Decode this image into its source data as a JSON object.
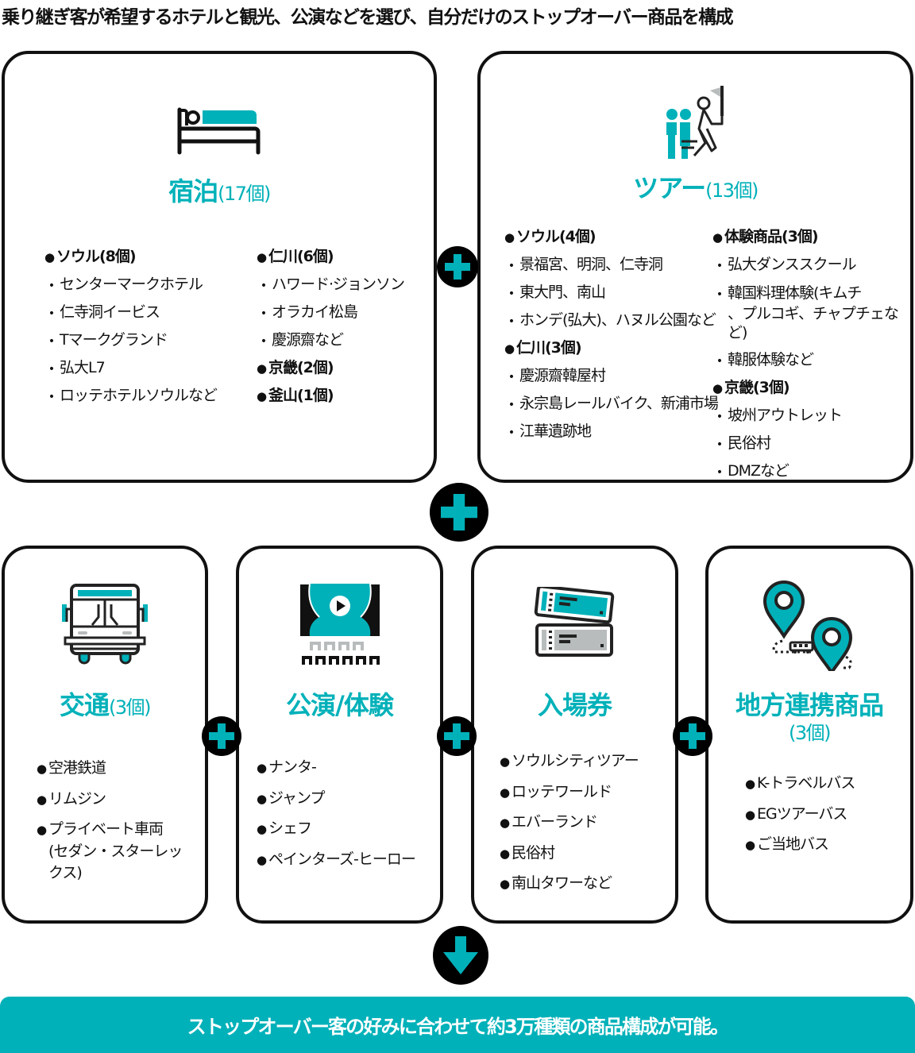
{
  "headline": "乗り継ぎ客が希望するホテルと観光、公演などを選び、自分だけのストップオーバー商品を構成",
  "colors": {
    "accent": "#00b1b9",
    "dark": "#111111",
    "gray": "#b8bcbc"
  },
  "cards": {
    "stay": {
      "icon": "bed-icon",
      "title": "宿泊",
      "count": "(17個)",
      "left_column": [
        {
          "type": "head",
          "text": "ソウル(8個)"
        },
        {
          "type": "sub",
          "text": "センターマークホテル"
        },
        {
          "type": "sub",
          "text": "仁寺洞イービス"
        },
        {
          "type": "sub",
          "text": "Tマークグランド"
        },
        {
          "type": "sub",
          "text": "弘大L7"
        },
        {
          "type": "sub",
          "text": "ロッテホテルソウルなど"
        }
      ],
      "right_column": [
        {
          "type": "head",
          "text": "仁川(6個)"
        },
        {
          "type": "sub",
          "text": "ハワード·ジョンソン"
        },
        {
          "type": "sub",
          "text": "オラカイ松島"
        },
        {
          "type": "sub",
          "text": "慶源齋など"
        },
        {
          "type": "head",
          "text": "京畿(2個)"
        },
        {
          "type": "head",
          "text": "釜山(1個)"
        }
      ]
    },
    "tour": {
      "icon": "tour-guide-icon",
      "title": "ツアー",
      "count": "(13個)",
      "left_column": [
        {
          "type": "head",
          "text": "ソウル(4個)"
        },
        {
          "type": "sub",
          "text": "景福宮、明洞、仁寺洞"
        },
        {
          "type": "sub",
          "text": "東大門、南山"
        },
        {
          "type": "sub",
          "text": "ホンデ(弘大)、ハヌル公園など"
        },
        {
          "type": "head",
          "text": "仁川(3個)"
        },
        {
          "type": "sub",
          "text": "慶源齋韓屋村"
        },
        {
          "type": "sub",
          "text": "永宗島レールバイク、新浦市場"
        },
        {
          "type": "sub",
          "text": "江華遺跡地"
        }
      ],
      "right_column": [
        {
          "type": "head",
          "text": "体験商品(3個)"
        },
        {
          "type": "sub",
          "text": "弘大ダンススクール"
        },
        {
          "type": "sub",
          "text": "韓国料理体験(キムチ",
          "cont": "、プルコギ、チャプチェなど)"
        },
        {
          "type": "sub",
          "text": "韓服体験など"
        },
        {
          "type": "head",
          "text": "京畿(3個)"
        },
        {
          "type": "sub",
          "text": "坡州アウトレット"
        },
        {
          "type": "sub",
          "text": "民俗村"
        },
        {
          "type": "sub",
          "text": "DMZなど"
        }
      ]
    },
    "transport": {
      "icon": "bus-icon",
      "title": "交通",
      "count": "(3個)",
      "items": [
        {
          "text": "空港鉄道"
        },
        {
          "text": "リムジン"
        },
        {
          "text": "プライベート車両",
          "cont": "(セダン・スターレックス)"
        }
      ]
    },
    "performance": {
      "icon": "theater-stage-icon",
      "title": "公演/体験",
      "items": [
        {
          "text": "ナンタ-"
        },
        {
          "text": "ジャンプ"
        },
        {
          "text": "シェフ"
        },
        {
          "text": "ペインターズ-ヒーロー"
        }
      ]
    },
    "tickets": {
      "icon": "tickets-icon",
      "title": "入場券",
      "items": [
        {
          "text": "ソウルシティツアー"
        },
        {
          "text": "ロッテワールド"
        },
        {
          "text": "エバーランド"
        },
        {
          "text": "民俗村"
        },
        {
          "text": "南山タワーなど"
        }
      ]
    },
    "regional": {
      "icon": "map-pins-route-icon",
      "title": "地方連携商品",
      "count": "(3個)",
      "items": [
        {
          "text": "K-トラベルバス"
        },
        {
          "text": "EGツアーバス"
        },
        {
          "text": "ご当地バス"
        }
      ]
    }
  },
  "connectors": {
    "plus_icon": "plus-icon",
    "arrow_icon": "arrow-down-icon"
  },
  "banner": "ストップオーバー客の好みに合わせて約3万種類の商品構成が可能。"
}
